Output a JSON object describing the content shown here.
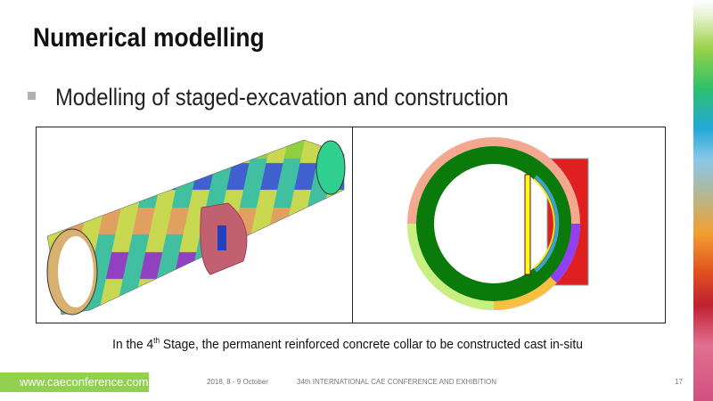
{
  "title": "Numerical modelling",
  "bullet": "Modelling of staged-excavation and construction",
  "caption": {
    "pre": "In the 4",
    "sup": "th",
    "post": " Stage, the permanent reinforced concrete collar to be constructed cast in-situ"
  },
  "footer": {
    "link": "www.caeconference.com",
    "date": "2018, 8 -  9 October",
    "conference": "34th INTERNATIONAL CAE CONFERENCE AND EXHIBITION",
    "page": "17"
  },
  "colors": {
    "accent": "#92d050",
    "ring": "#0a7a0a",
    "collar": "#e02020"
  }
}
